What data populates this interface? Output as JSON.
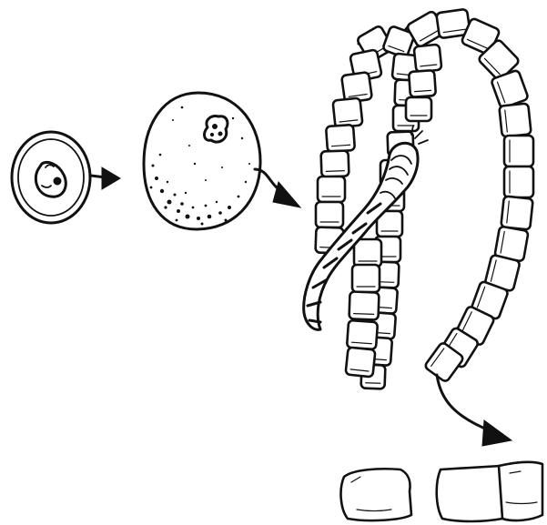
{
  "figure": {
    "description_text": "",
    "stages": [
      {
        "id": "spore",
        "icon": "zygospore-icon"
      },
      {
        "id": "germinating-spore",
        "icon": "germinating-spore-icon"
      },
      {
        "id": "filaments",
        "icon": "filament-icon"
      },
      {
        "id": "fragments",
        "icon": "filament-fragment-icon"
      }
    ],
    "ink_color": "#111111",
    "background_color": "#ffffff"
  }
}
